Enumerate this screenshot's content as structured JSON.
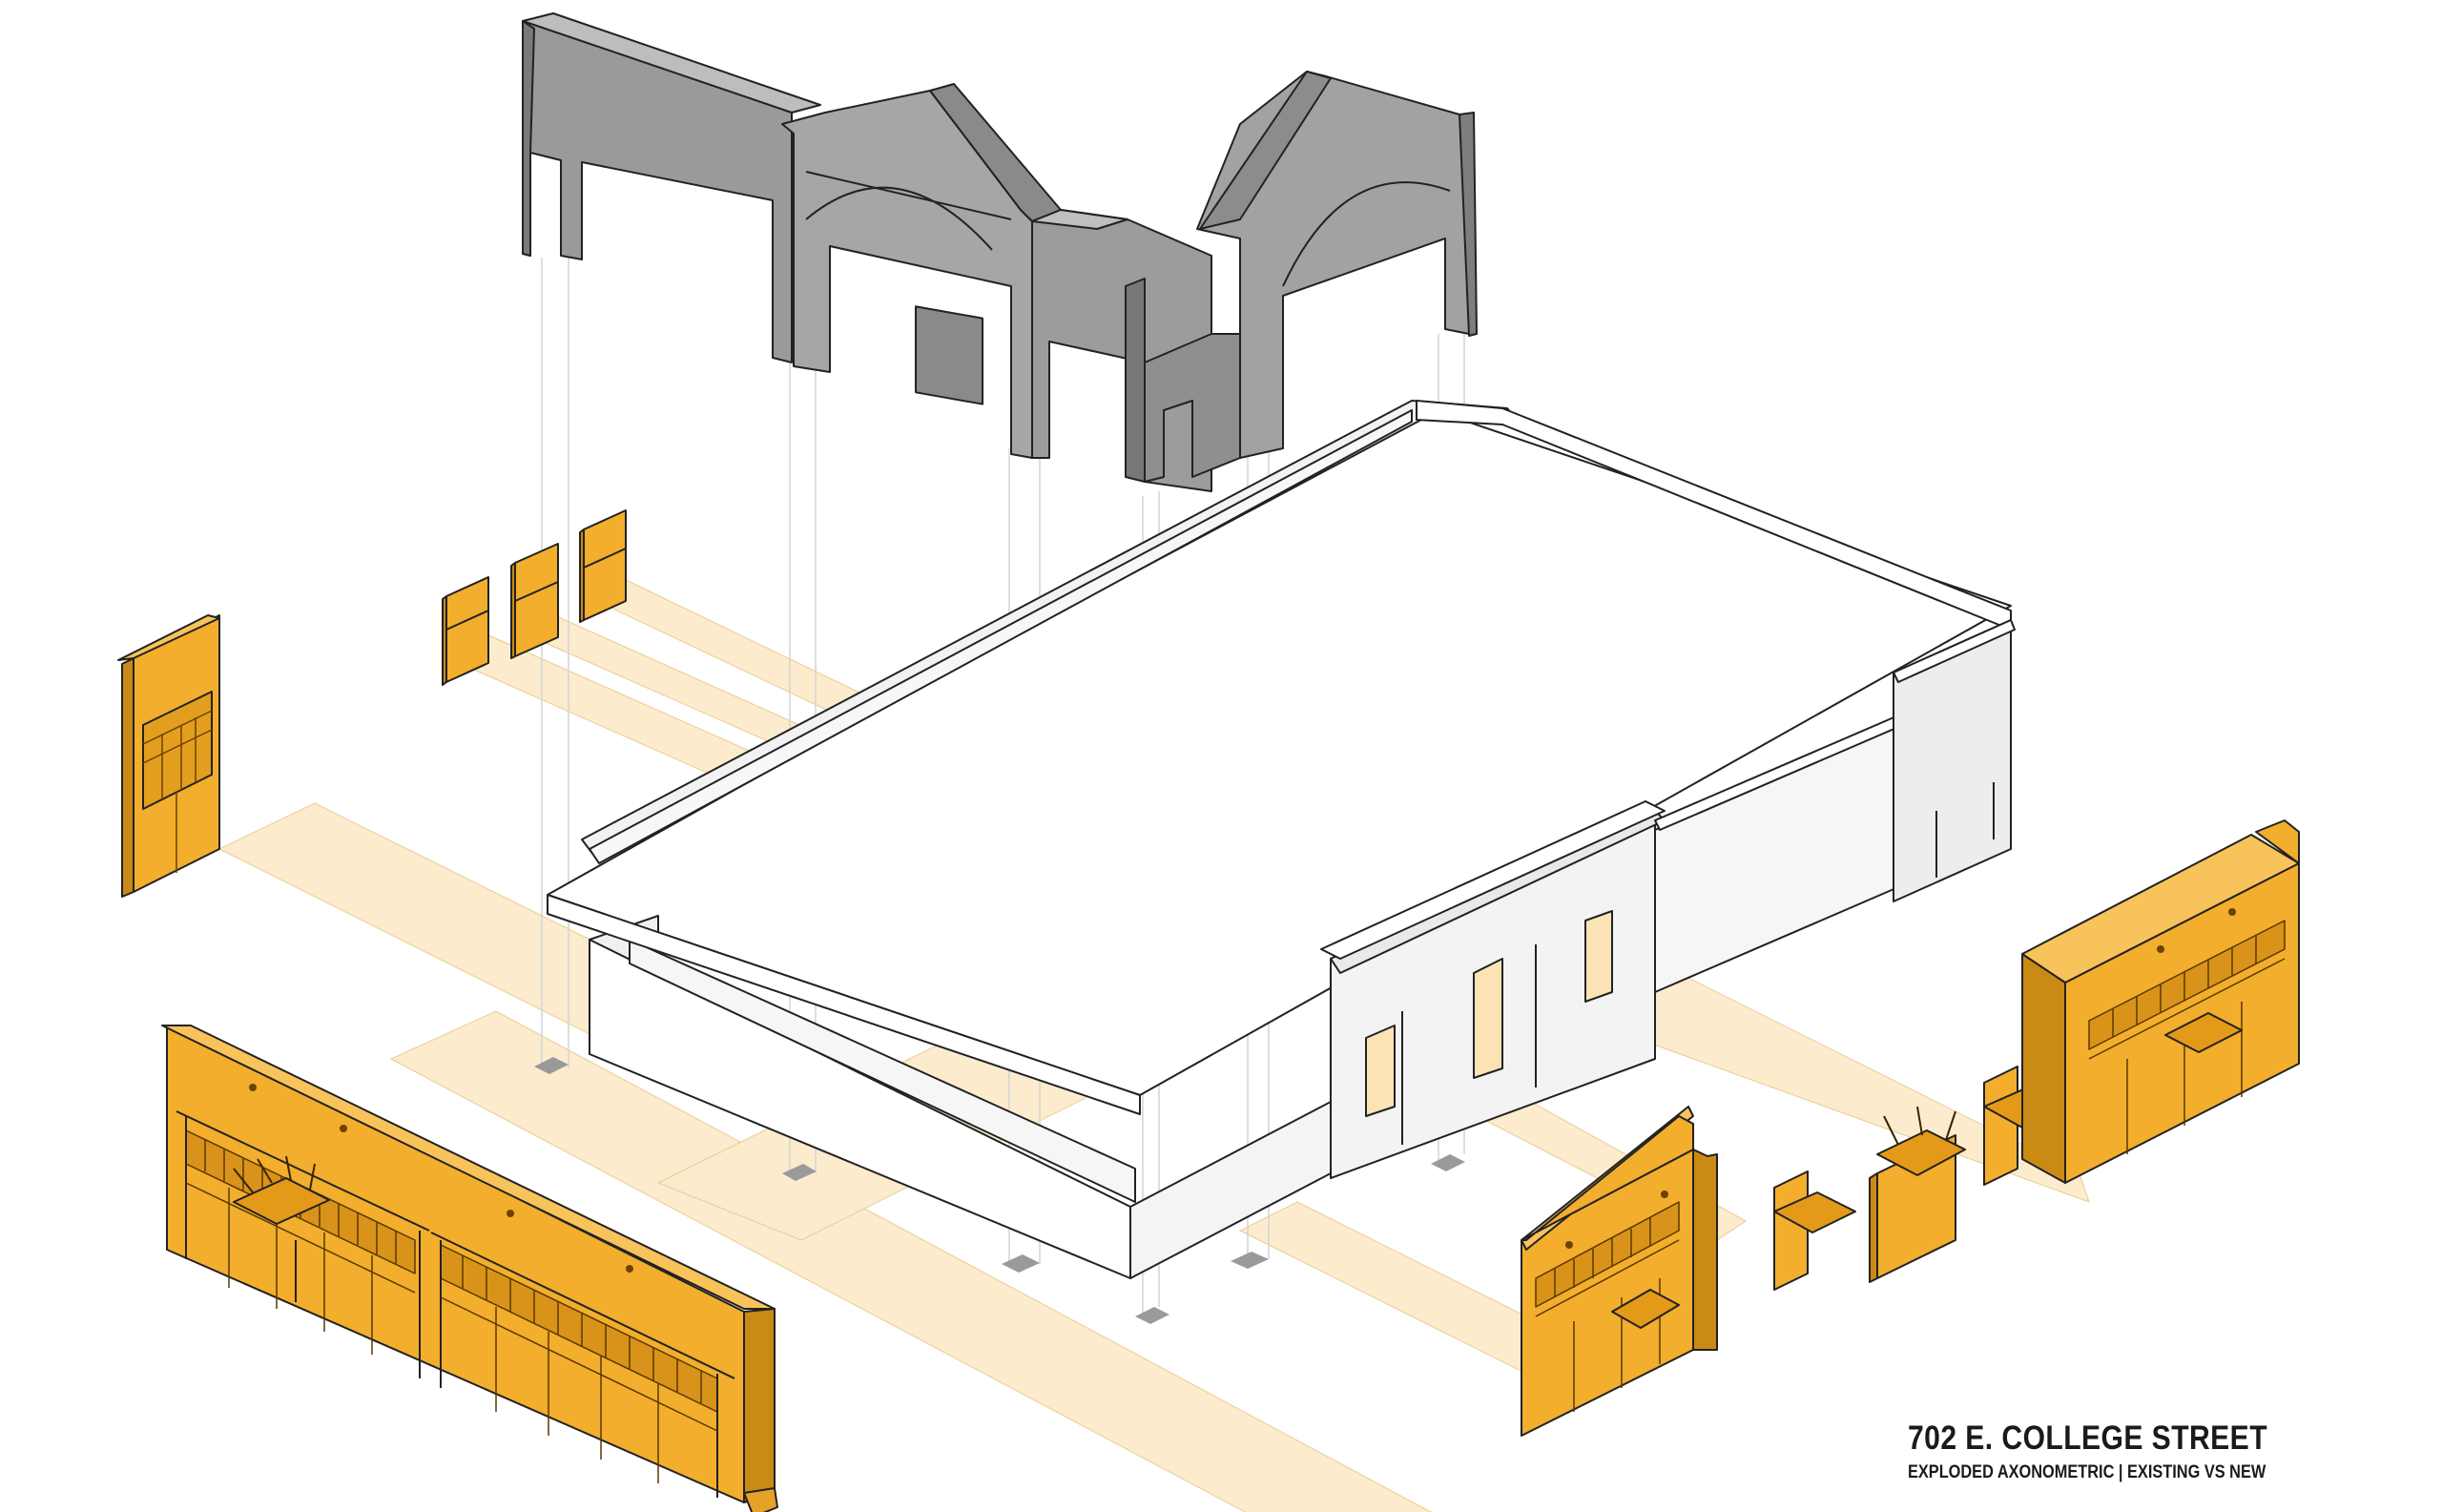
{
  "caption": {
    "title": "702 E. COLLEGE STREET",
    "subtitle": "EXPLODED AXONOMETRIC | EXISTING VS NEW"
  },
  "colors": {
    "new_facade": "#F2AE2C",
    "new_facade_dark": "#C98A16",
    "new_facade_line": "#8A5A06",
    "existing_facade": "#9C9C9C",
    "existing_facade_dark": "#7A7A7A",
    "existing_building": "#FFFFFF",
    "projection_band": "#FCEBCB",
    "outline": "#222222"
  },
  "components": [
    {
      "name": "existing-facade-removed",
      "kind": "existing"
    },
    {
      "name": "existing-building-shell",
      "kind": "existing"
    },
    {
      "name": "new-storefront-facade",
      "kind": "new"
    },
    {
      "name": "new-awning-panels",
      "kind": "new"
    },
    {
      "name": "new-signage-panels",
      "kind": "new"
    }
  ]
}
